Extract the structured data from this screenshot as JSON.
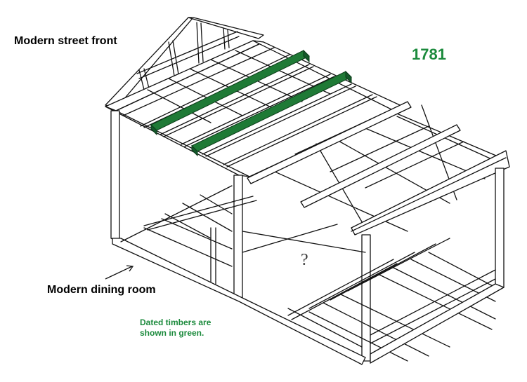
{
  "labels": {
    "street_front": "Modern street front",
    "year": "1781",
    "dining_room": "Modern dining room",
    "note_line1": "Dated timbers are",
    "note_line2": "shown in green.",
    "question_mark": "?"
  },
  "colors": {
    "accent_green": "#1b8a3c",
    "timber_green": "#1f7a36",
    "line": "#111111"
  },
  "icons": {
    "pointer": "arrow-icon"
  }
}
